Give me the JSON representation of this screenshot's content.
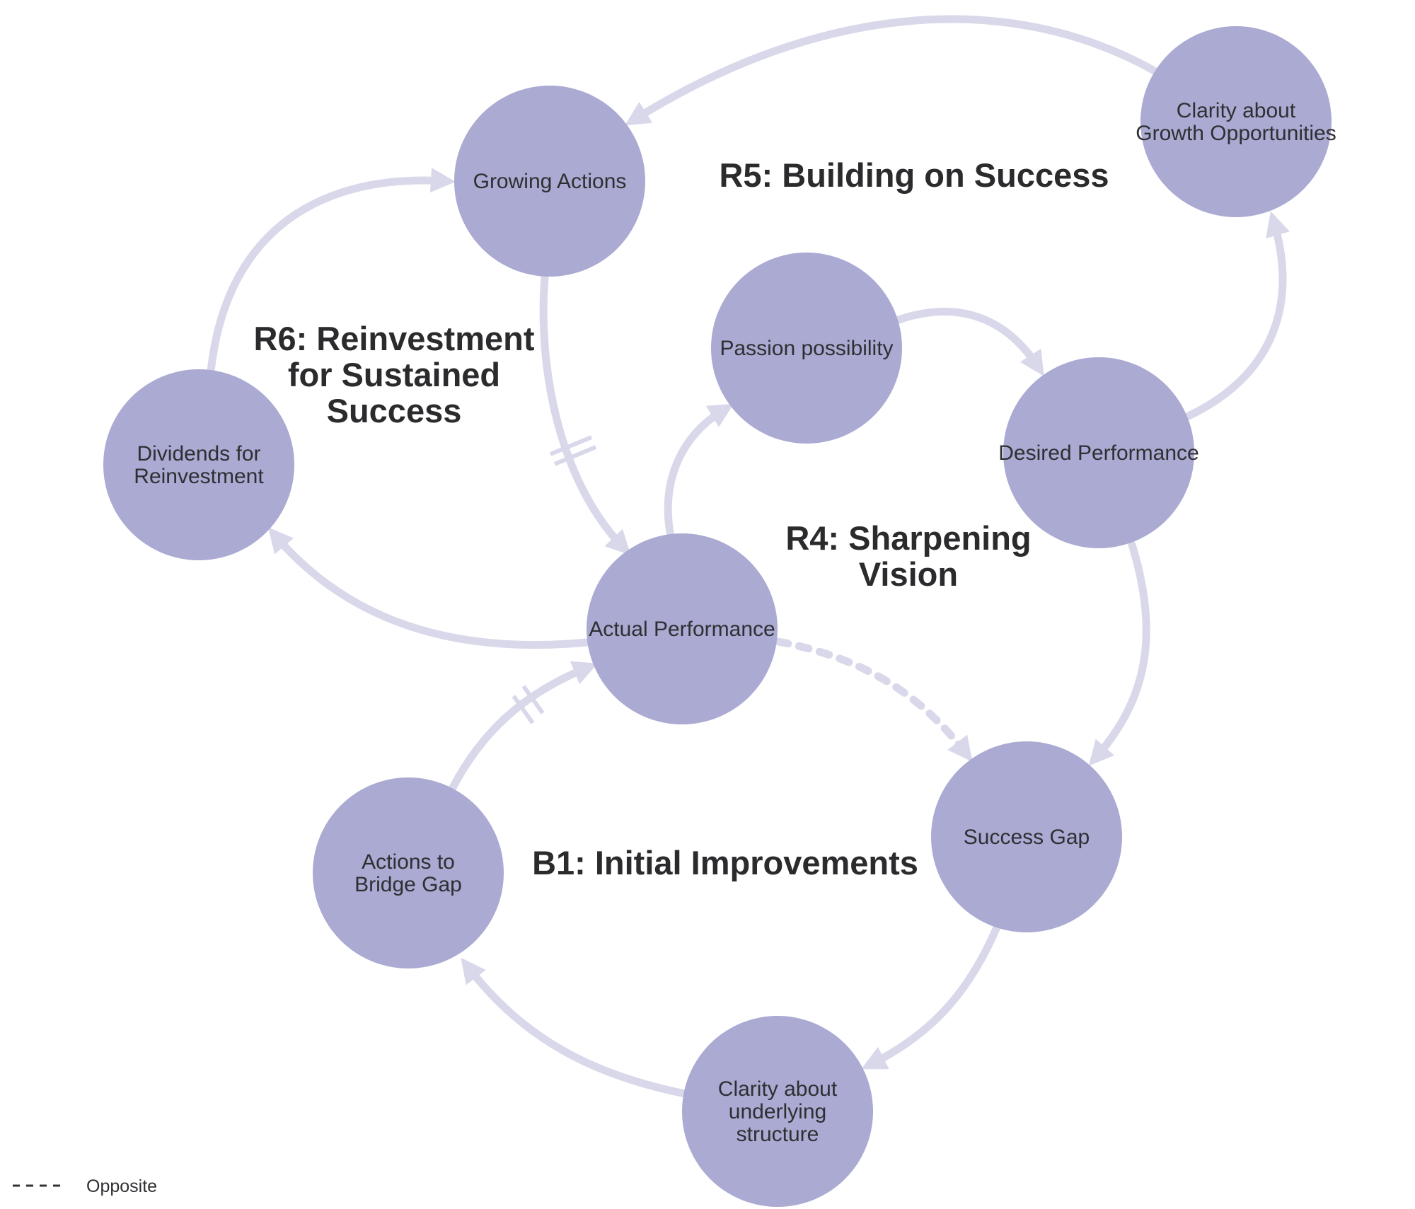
{
  "colors": {
    "node_fill": "#aaaad2",
    "arrow": "#d8d8ea",
    "text": "#2f2f33",
    "legend_line": "#333333"
  },
  "nodes": {
    "growing_actions": [
      "Growing Actions"
    ],
    "clarity_growth": [
      "Clarity about",
      "Growth Opportunities"
    ],
    "passion_possibility": [
      "Passion possibility"
    ],
    "desired_performance": [
      "Desired Performance"
    ],
    "dividends": [
      "Dividends for",
      "Reinvestment"
    ],
    "actual_performance": [
      "Actual Performance"
    ],
    "success_gap": [
      "Success Gap"
    ],
    "actions_bridge": [
      "Actions to",
      "Bridge Gap"
    ],
    "clarity_structure": [
      "Clarity about",
      "underlying",
      "structure"
    ]
  },
  "loops": {
    "r5": [
      "R5: Building on Success"
    ],
    "r6": [
      "R6: Reinvestment",
      "for Sustained",
      "Success"
    ],
    "r4": [
      "R4: Sharpening",
      "Vision"
    ],
    "b1": [
      "B1: Initial Improvements"
    ]
  },
  "legend": {
    "opposite_label": "Opposite"
  }
}
